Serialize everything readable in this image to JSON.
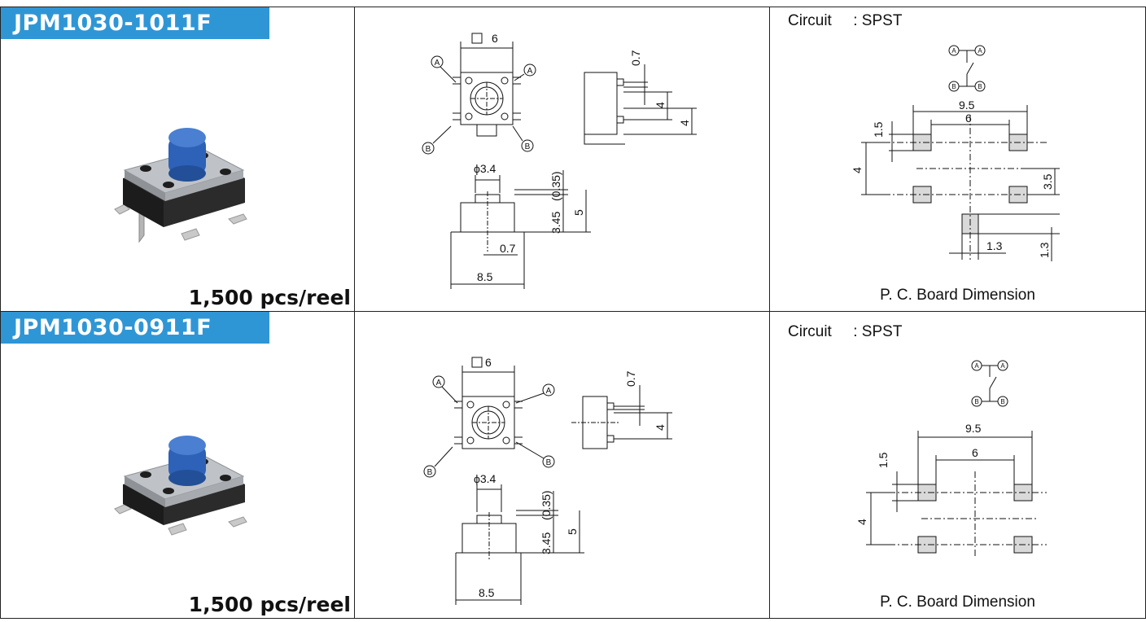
{
  "products": [
    {
      "part_number": "JPM1030-1011F",
      "quantity": "1,500 pcs/reel",
      "circuit_label": "Circuit",
      "circuit_value": ": SPST",
      "pcb_label": "P. C. Board Dimension",
      "dims": {
        "square": "6",
        "phi": "ϕ3.4",
        "d035": "(0.35)",
        "d345": "3.45",
        "d5": "5",
        "d07": "0.7",
        "d85": "8.5",
        "side07": "0.7",
        "side4a": "4",
        "side4b": "4",
        "pcb95": "9.5",
        "pcb6": "6",
        "pcb15": "1.5",
        "pcb4": "4",
        "pcb35": "3.5",
        "pcb13a": "1.3",
        "pcb13b": "1.3"
      }
    },
    {
      "part_number": "JPM1030-0911F",
      "quantity": "1,500 pcs/reel",
      "circuit_label": "Circuit",
      "circuit_value": ": SPST",
      "pcb_label": "P. C. Board Dimension",
      "dims": {
        "square": "6",
        "phi": "ϕ3.4",
        "d035": "(0.35)",
        "d345": "3.45",
        "d5": "5",
        "d85": "8.5",
        "side07": "0.7",
        "side4a": "4",
        "pcb95": "9.5",
        "pcb6": "6",
        "pcb15": "1.5",
        "pcb4": "4"
      }
    }
  ],
  "terminal_labels": {
    "a": "A",
    "b": "B"
  },
  "colors": {
    "title_bg": "#2f96d6",
    "cap_blue": "#2d62b8",
    "pad_fill": "#d9d9d9"
  }
}
